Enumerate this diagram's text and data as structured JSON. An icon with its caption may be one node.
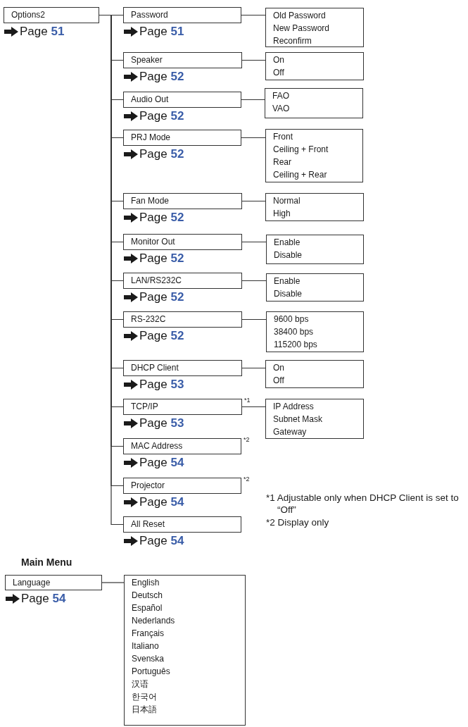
{
  "diagram": {
    "nodes": [
      {
        "text": [
          "Options2"
        ],
        "beside": [
          "Page **51**"
        ]
      },
      {
        "text": [
          "Password"
        ],
        "beside": [
          "Page **51**"
        ]
      },
      {
        "text": [
          "Old Password",
          "New Password",
          "Reconfirm"
        ]
      },
      {
        "text": [
          "Speaker"
        ],
        "beside": [
          "Page **52**"
        ]
      },
      {
        "text": [
          "On",
          "Off"
        ]
      },
      {
        "text": [
          "Audio Out"
        ],
        "beside": [
          "Page **52**"
        ]
      },
      {
        "text": [
          "FAO",
          "VAO"
        ]
      },
      {
        "text": [
          "PRJ Mode"
        ],
        "beside": [
          "Page **52**"
        ]
      },
      {
        "text": [
          "Front",
          "Ceiling + Front",
          "Rear",
          "Ceiling + Rear"
        ]
      },
      {
        "text": [
          "Fan Mode"
        ],
        "beside": [
          "Page **52**"
        ]
      },
      {
        "text": [
          "Normal",
          "High"
        ]
      },
      {
        "text": [
          "Monitor Out"
        ],
        "beside": [
          "Page **52**"
        ]
      },
      {
        "text": [
          "Enable",
          "Disable"
        ]
      },
      {
        "text": [
          "LAN/RS232C"
        ],
        "beside": [
          "Page **52**"
        ]
      },
      {
        "text": [
          "Enable",
          "Disable"
        ]
      },
      {
        "text": [
          "RS-232C"
        ],
        "beside": [
          "Page **52**"
        ]
      },
      {
        "text": [
          "9600 bps",
          "38400 bps",
          "115200 bps"
        ]
      },
      {
        "text": [
          "DHCP Client"
        ],
        "beside": [
          "Page **53**"
        ]
      },
      {
        "text": [
          "On",
          "Off"
        ]
      },
      {
        "text": [
          "TCP/IP"
        ],
        "beside": [
          "Page **53**",
          "*1"
        ]
      },
      {
        "text": [
          "IP Address",
          "Subnet Mask",
          "Gateway"
        ]
      },
      {
        "text": [
          "MAC Address"
        ],
        "beside": [
          "Page **54**",
          "*2"
        ]
      },
      {
        "text": [
          "Projector"
        ],
        "beside": [
          "Page **54**",
          "*2"
        ]
      },
      {
        "text": [
          "All Reset"
        ],
        "beside": [
          "Page **54**"
        ]
      },
      {
        "text": [
          "Language"
        ],
        "beside": [
          "Page **54**"
        ]
      },
      {
        "text": [
          "English",
          "Deutsch",
          "Español",
          "Nederlands",
          "Français",
          "Italiano",
          "Svenska",
          "Português",
          "汉语",
          "한국어",
          "日本語"
        ]
      }
    ],
    "edges": [
      {
        "from": 0,
        "to": 1,
        "arrow": "none"
      },
      {
        "from": 1,
        "to": 2,
        "arrow": "none"
      },
      {
        "from": 0,
        "to": 3,
        "arrow": "none"
      },
      {
        "from": 3,
        "to": 4,
        "arrow": "none"
      },
      {
        "from": 0,
        "to": 5,
        "arrow": "none"
      },
      {
        "from": 5,
        "to": 6,
        "arrow": "none"
      },
      {
        "from": 0,
        "to": 7,
        "arrow": "none"
      },
      {
        "from": 7,
        "to": 8,
        "arrow": "none"
      },
      {
        "from": 0,
        "to": 9,
        "arrow": "none"
      },
      {
        "from": 9,
        "to": 10,
        "arrow": "none"
      },
      {
        "from": 0,
        "to": 11,
        "arrow": "none"
      },
      {
        "from": 11,
        "to": 12,
        "arrow": "none"
      },
      {
        "from": 0,
        "to": 13,
        "arrow": "none"
      },
      {
        "from": 13,
        "to": 14,
        "arrow": "none"
      },
      {
        "from": 0,
        "to": 15,
        "arrow": "none"
      },
      {
        "from": 15,
        "to": 16,
        "arrow": "none"
      },
      {
        "from": 0,
        "to": 17,
        "arrow": "none"
      },
      {
        "from": 17,
        "to": 18,
        "arrow": "none"
      },
      {
        "from": 0,
        "to": 19,
        "arrow": "none"
      },
      {
        "from": 19,
        "to": 20,
        "arrow": "none"
      },
      {
        "from": 0,
        "to": 21,
        "arrow": "none"
      },
      {
        "from": 0,
        "to": 22,
        "arrow": "none"
      },
      {
        "from": 0,
        "to": 23,
        "arrow": "none"
      },
      {
        "from": 24,
        "to": 25,
        "arrow": "none"
      }
    ],
    "labels": [
      "*1 Adjustable only when DHCP Client is set to “Off”",
      "*2 Display only",
      "Main Menu"
    ]
  }
}
